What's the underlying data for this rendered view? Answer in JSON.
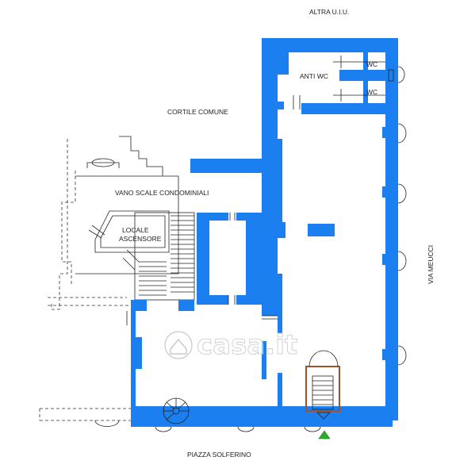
{
  "labels": {
    "altra_uiu": "ALTRA U.I.U.",
    "anti_wc": "ANTI WC",
    "wc_top": "WC",
    "wc_bottom": "WC",
    "cortile_comune": "CORTILE COMUNE",
    "vano_scale": "VANO SCALE CONDOMINIALI",
    "locale": "LOCALE",
    "ascensore": "ASCENSORE",
    "via_meucci": "VIA MEUCCI",
    "piazza_solferino": "PIAZZA SOLFERINO"
  },
  "watermark": "casa.it",
  "colors": {
    "wall": "#1b7ff0",
    "stair_frame": "#a0522d",
    "entrance_marker": "#2eaa2e",
    "line": "#222222"
  }
}
